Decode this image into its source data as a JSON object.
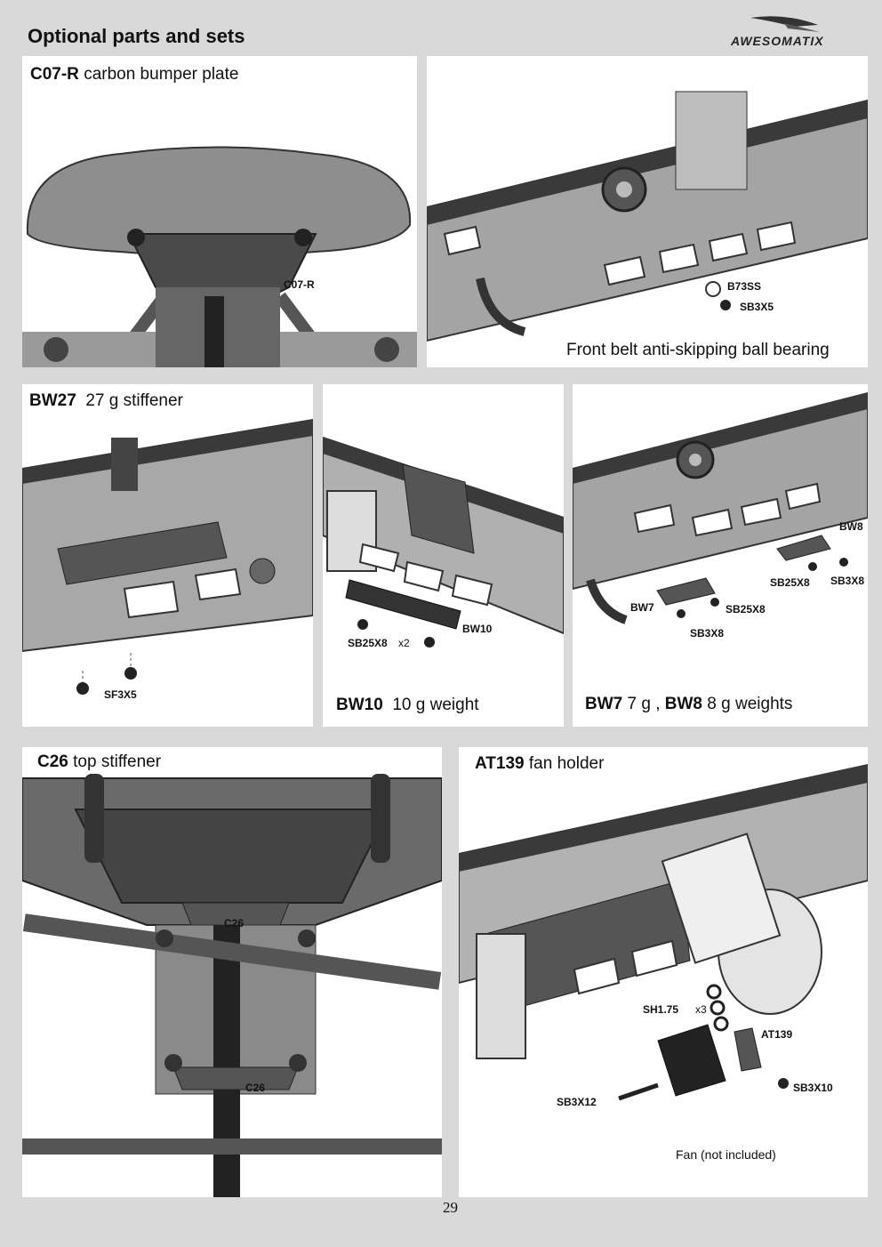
{
  "page": {
    "title": "Optional parts and sets",
    "page_number": "29",
    "brand_logo": "AWESOMATIX",
    "brand_icon": "bird-swoosh-icon"
  },
  "panels": {
    "c07r": {
      "code": "C07-R",
      "title": "carbon bumper plate",
      "labels": {
        "part": "C07-R"
      }
    },
    "bearing": {
      "caption": "Front belt anti-skipping ball bearing",
      "labels": {
        "bearing": "B73SS",
        "screw": "SB3X5"
      }
    },
    "bw27": {
      "code": "BW27",
      "title": "27 g stiffener",
      "labels": {
        "part": "BW27",
        "screw": "SF3X5"
      }
    },
    "bw10": {
      "code": "BW10",
      "title": "10 g weight",
      "labels": {
        "part": "BW10",
        "screw": "SB25X8",
        "qty": "x2"
      }
    },
    "bw78": {
      "code1": "BW7",
      "mid": "7 g ,",
      "code2": "BW8",
      "title": "8 g weights",
      "labels": {
        "bw8": "BW8",
        "bw7": "BW7",
        "sb25x8_a": "SB25X8",
        "sb3x8_a": "SB3X8",
        "sb25x8_b": "SB25X8",
        "sb3x8_b": "SB3X8"
      }
    },
    "c26": {
      "code": "C26",
      "title": "top stiffener",
      "labels": {
        "part_top": "C26",
        "part_bottom": "C26"
      }
    },
    "at139": {
      "code": "AT139",
      "title": "fan holder",
      "labels": {
        "shim": "SH1.75",
        "qty": "x3",
        "part": "AT139",
        "screw_long": "SB3X12",
        "screw_short": "SB3X10",
        "fan_note": "Fan (not included)"
      }
    }
  }
}
